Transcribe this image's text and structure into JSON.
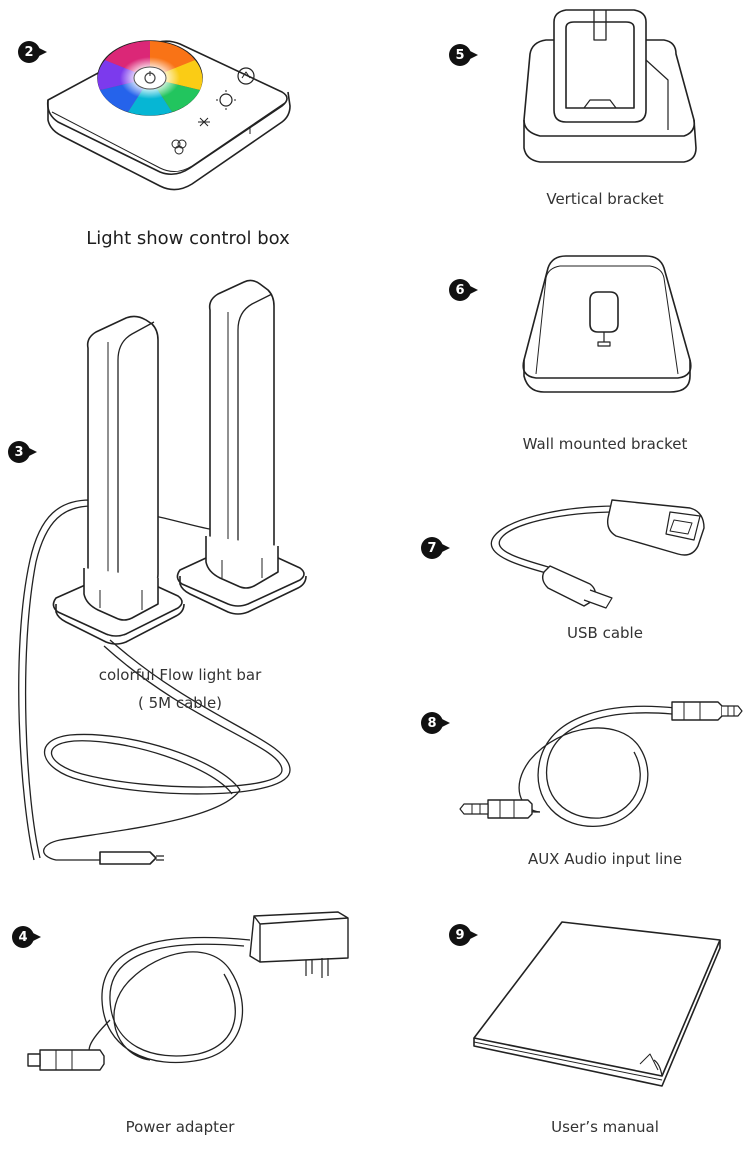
{
  "items": [
    {
      "number": "2",
      "label": "Light show control box",
      "icon": "control-box-icon"
    },
    {
      "number": "3",
      "label_line1": "colorful Flow light bar",
      "label_line2": "( 5M cable)",
      "icon": "light-bar-icon"
    },
    {
      "number": "4",
      "label": "Power adapter",
      "icon": "power-adapter-icon"
    },
    {
      "number": "5",
      "label": "Vertical bracket",
      "icon": "vertical-bracket-icon"
    },
    {
      "number": "6",
      "label": "Wall mounted bracket",
      "icon": "wall-bracket-icon"
    },
    {
      "number": "7",
      "label": "USB cable",
      "icon": "usb-cable-icon"
    },
    {
      "number": "8",
      "label": "AUX Audio input line",
      "icon": "aux-cable-icon"
    },
    {
      "number": "9",
      "label": "User’s manual",
      "icon": "manual-icon"
    }
  ],
  "colors": {
    "line": "#222222",
    "badge": "#111111"
  }
}
